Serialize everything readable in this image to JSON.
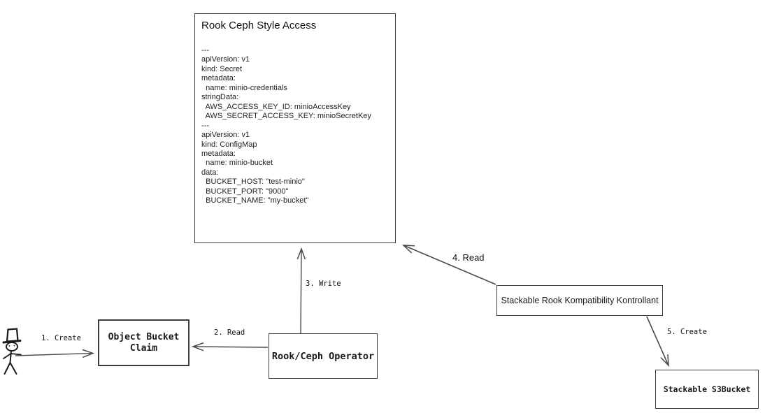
{
  "main_box": {
    "title": "Rook Ceph Style Access",
    "yaml": "---\napiVersion: v1\nkind: Secret\nmetadata:\n  name: minio-credentials\nstringData:\n  AWS_ACCESS_KEY_ID: minioAccessKey\n  AWS_SECRET_ACCESS_KEY: minioSecretKey\n---\napiVersion: v1\nkind: ConfigMap\nmetadata:\n  name: minio-bucket\ndata:\n  BUCKET_HOST: \"test-minio\"\n  BUCKET_PORT: \"9000\"\n  BUCKET_NAME: \"my-bucket\""
  },
  "nodes": {
    "object_bucket_claim": {
      "label": "Object Bucket Claim"
    },
    "rook_ceph_operator": {
      "label": "Rook/Ceph Operator"
    },
    "stackable_kontrollant": {
      "label": "Stackable Rook Kompatibility Kontrollant"
    },
    "stackable_s3bucket": {
      "label": "Stackable S3Bucket"
    }
  },
  "edges": [
    {
      "label": "1. Create",
      "from": "user",
      "to": "object_bucket_claim"
    },
    {
      "label": "2. Read",
      "from": "rook_ceph_operator",
      "to": "object_bucket_claim"
    },
    {
      "label": "3. Write",
      "from": "rook_ceph_operator",
      "to": "rook_ceph_style_access"
    },
    {
      "label": "4. Read",
      "from": "stackable_kontrollant",
      "to": "rook_ceph_style_access"
    },
    {
      "label": "5. Create",
      "from": "stackable_kontrollant",
      "to": "stackable_s3bucket"
    }
  ],
  "actor": {
    "description": "stick figure with top hat"
  },
  "colors": {
    "background": "#ffffff",
    "border": "#3c3c3c",
    "arrow": "#4a4a4a",
    "text": "#1a1a1a"
  }
}
